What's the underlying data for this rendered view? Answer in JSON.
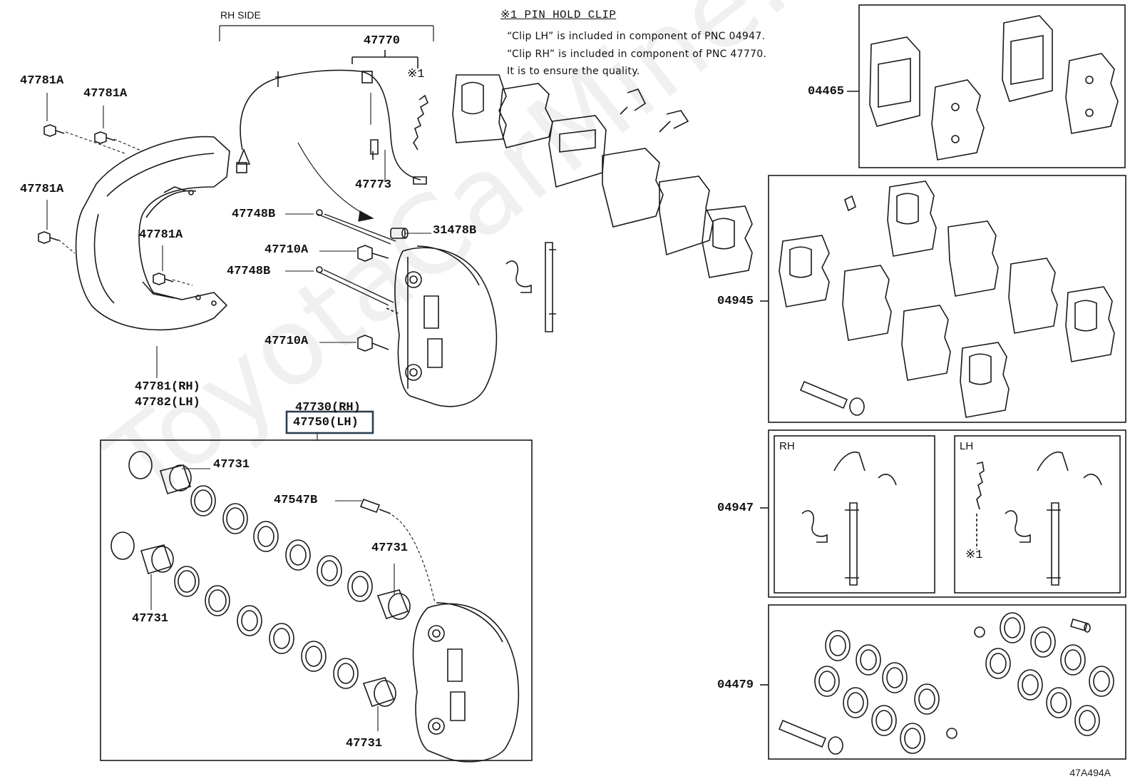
{
  "watermark": "ToyotaCarMine.ru",
  "diagram_code": "47A494A",
  "rh_side_label": "RH SIDE",
  "note": {
    "title": "※1 PIN HOLD CLIP",
    "lines": [
      "“Clip LH” is included in component of PNC 04947.",
      "“Clip RH” is included in component of PNC 47770.",
      "It is to ensure the quality."
    ]
  },
  "labels": {
    "p47781A_1": "47781A",
    "p47781A_2": "47781A",
    "p47781A_3": "47781A",
    "p47781A_4": "47781A",
    "p47781_rh": "47781(RH)",
    "p47782_lh": "47782(LH)",
    "p47770": "47770",
    "p47773": "47773",
    "p47748B_1": "47748B",
    "p47748B_2": "47748B",
    "p47710A_1": "47710A",
    "p47710A_2": "47710A",
    "p31478B": "31478B",
    "p47730_rh": "47730(RH)",
    "p47750_lh": "47750(LH)",
    "p47731_1": "47731",
    "p47731_2": "47731",
    "p47731_3": "47731",
    "p47731_4": "47731",
    "p47547B": "47547B",
    "p04465": "04465",
    "p04945": "04945",
    "p04947": "04947",
    "p04479": "04479",
    "mark_1a": "※1",
    "mark_1b": "※1"
  },
  "sub_labels": {
    "rh": "RH",
    "lh": "LH"
  },
  "colors": {
    "line": "#1a1a1a",
    "highlight_box": "#2c3e50"
  }
}
